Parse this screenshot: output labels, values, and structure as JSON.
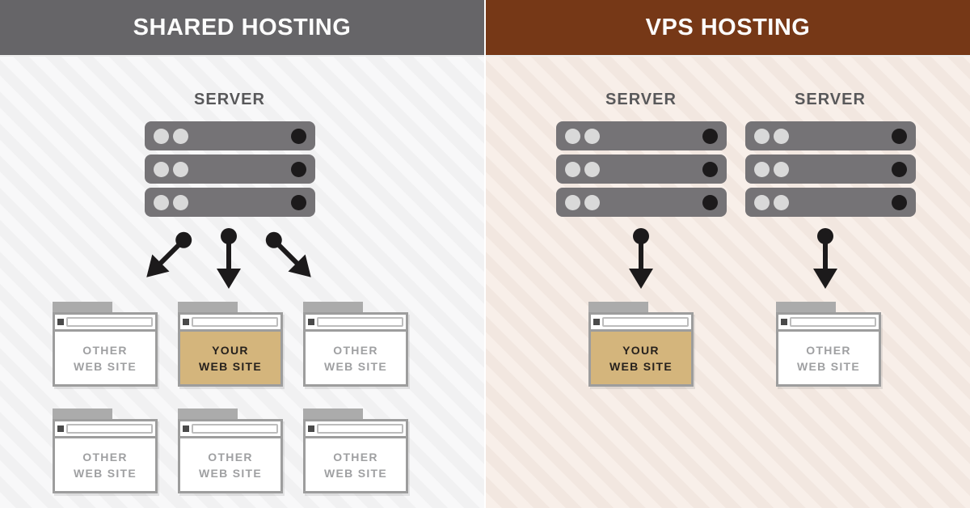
{
  "colors": {
    "shared_header_bg": "#666568",
    "vps_header_bg": "#763817",
    "header_text": "#fcfcfc",
    "server_label_text": "#58585a",
    "server_body": "#757376",
    "server_light_dot": "#d9d9d9",
    "server_dark_dot": "#1c1a1b",
    "arrow": "#1c1a1b",
    "folder_tab": "#ababab",
    "folder_border": "#9d9d9d",
    "other_site_text": "#9fa0a2",
    "your_site_bg": "#d4b57c",
    "your_site_text": "#26211d",
    "shared_bg_stripe_light": "#f8f8f9",
    "shared_bg_stripe_dark": "#f1f1f2",
    "vps_bg_stripe_light": "#f8efe9",
    "vps_bg_stripe_dark": "#f2e7e0"
  },
  "left_panel": {
    "title": "SHARED HOSTING",
    "server_label": "SERVER",
    "folders_row1": [
      {
        "line1": "OTHER",
        "line2": "WEB SITE"
      },
      {
        "line1": "YOUR",
        "line2": "WEB SITE"
      },
      {
        "line1": "OTHER",
        "line2": "WEB SITE"
      }
    ],
    "folders_row2": [
      {
        "line1": "OTHER",
        "line2": "WEB SITE"
      },
      {
        "line1": "OTHER",
        "line2": "WEB SITE"
      },
      {
        "line1": "OTHER",
        "line2": "WEB SITE"
      }
    ]
  },
  "right_panel": {
    "title": "VPS HOSTING",
    "servers": [
      {
        "label": "SERVER"
      },
      {
        "label": "SERVER"
      }
    ],
    "folders": [
      {
        "line1": "YOUR",
        "line2": "WEB SITE"
      },
      {
        "line1": "OTHER",
        "line2": "WEB SITE"
      }
    ]
  }
}
